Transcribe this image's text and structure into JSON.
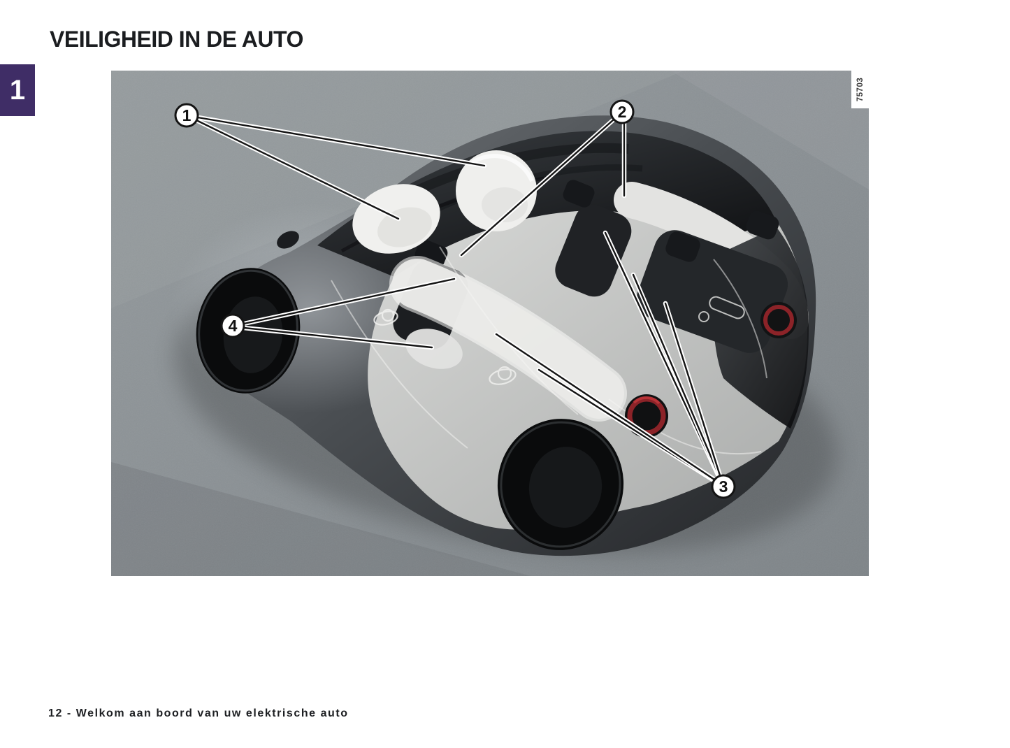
{
  "page": {
    "title": "VEILIGHEID IN DE AUTO",
    "section_tab": "1",
    "footer": "12 - Welkom aan boord van uw elektrische auto"
  },
  "figure": {
    "ref_number": "75703",
    "callouts": [
      {
        "number": "1"
      },
      {
        "number": "2"
      },
      {
        "number": "3"
      },
      {
        "number": "4"
      }
    ]
  },
  "colors": {
    "section_tab_bg": "#3F2D66",
    "asphalt_gray": "#8A9094",
    "airbag_white": "#EFEFED",
    "car_body_dark": "#2E3134",
    "taillight_red": "#8C2328"
  }
}
